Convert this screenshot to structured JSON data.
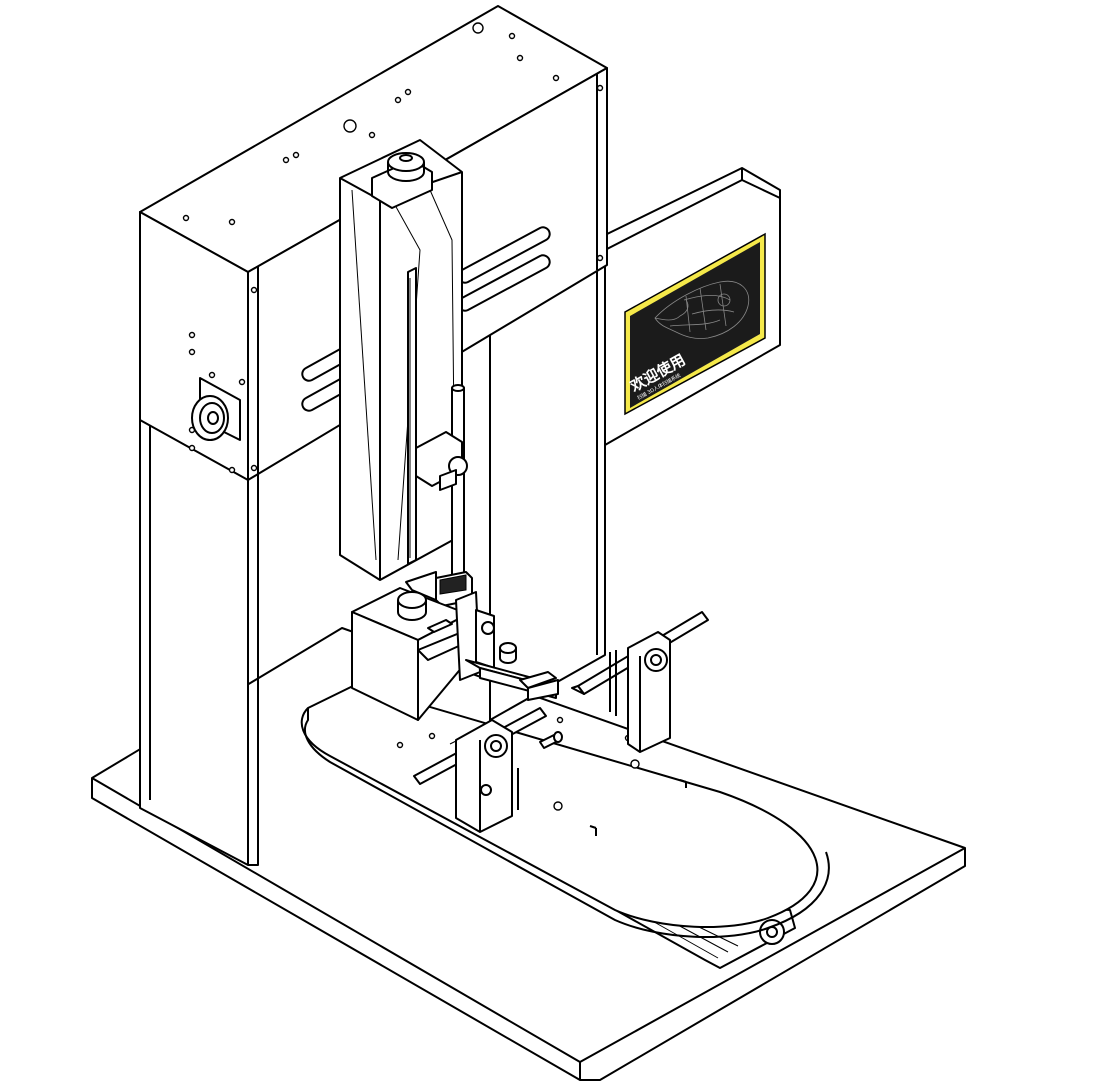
{
  "drawing": {
    "subject": "scanner-rig-line-drawing",
    "line_color": "#000000",
    "background_color": "#ffffff"
  },
  "screen": {
    "frame_color": "#f5e94a",
    "background_color": "#1b1b1b",
    "title": "欢迎使用",
    "subtitle": "扫描 3D人体扫描系统"
  }
}
